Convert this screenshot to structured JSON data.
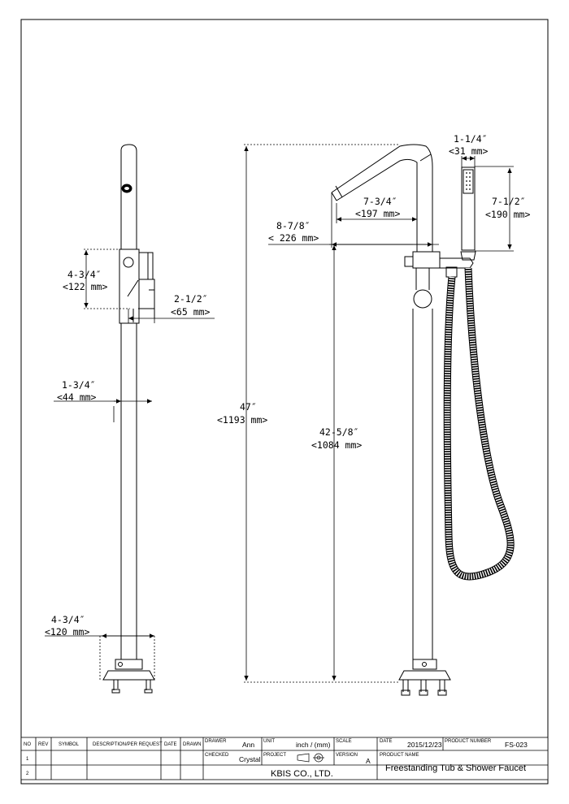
{
  "dimensions": {
    "side_handle_height": {
      "imperial": "4-3/4″",
      "metric": "<122 mm>"
    },
    "side_handle_depth": {
      "imperial": "2-1/2″",
      "metric": "<65 mm>"
    },
    "side_body_width": {
      "imperial": "1-3/4″",
      "metric": "<44 mm>"
    },
    "side_base_width": {
      "imperial": "4-3/4″",
      "metric": "<120 mm>"
    },
    "total_height": {
      "imperial": "47″",
      "metric": "<1193 mm>"
    },
    "body_height": {
      "imperial": "42-5/8″",
      "metric": "<1084 mm>"
    },
    "spout_reach": {
      "imperial": "8-7/8″",
      "metric": "< 226 mm>"
    },
    "spout_length": {
      "imperial": "7-3/4″",
      "metric": "<197 mm>"
    },
    "handshower_width": {
      "imperial": "1-1/4″",
      "metric": "<31 mm>"
    },
    "handshower_length": {
      "imperial": "7-1/2″",
      "metric": "<190 mm>"
    }
  },
  "title_block": {
    "headers": {
      "no": "NO",
      "rev": "REV",
      "symbol": "SYMBOL",
      "description": "DESCRIPTION/PER REQUEST",
      "date": "DATE",
      "drawn": "DRAWN"
    },
    "rows": [
      "1",
      "2"
    ],
    "drawer_label": "DRAWER",
    "drawer_value": "Ann",
    "checked_label": "CHECKED",
    "checked_value": "Crystal",
    "unit_label": "UNIT",
    "unit_value": "inch / (mm)",
    "project_label": "PROJECT",
    "scale_label": "SCALE",
    "version_label": "VERSION",
    "version_value": "A",
    "date_label": "DATE",
    "date_value": "2015/12/23",
    "product_number_label": "PRODUCT NUMBER",
    "product_number_value": "FS-023",
    "product_name_label": "PRODUCT NAME",
    "product_name_value": "Freestanding Tub & Shower Faucet",
    "company": "KBIS CO., LTD."
  }
}
